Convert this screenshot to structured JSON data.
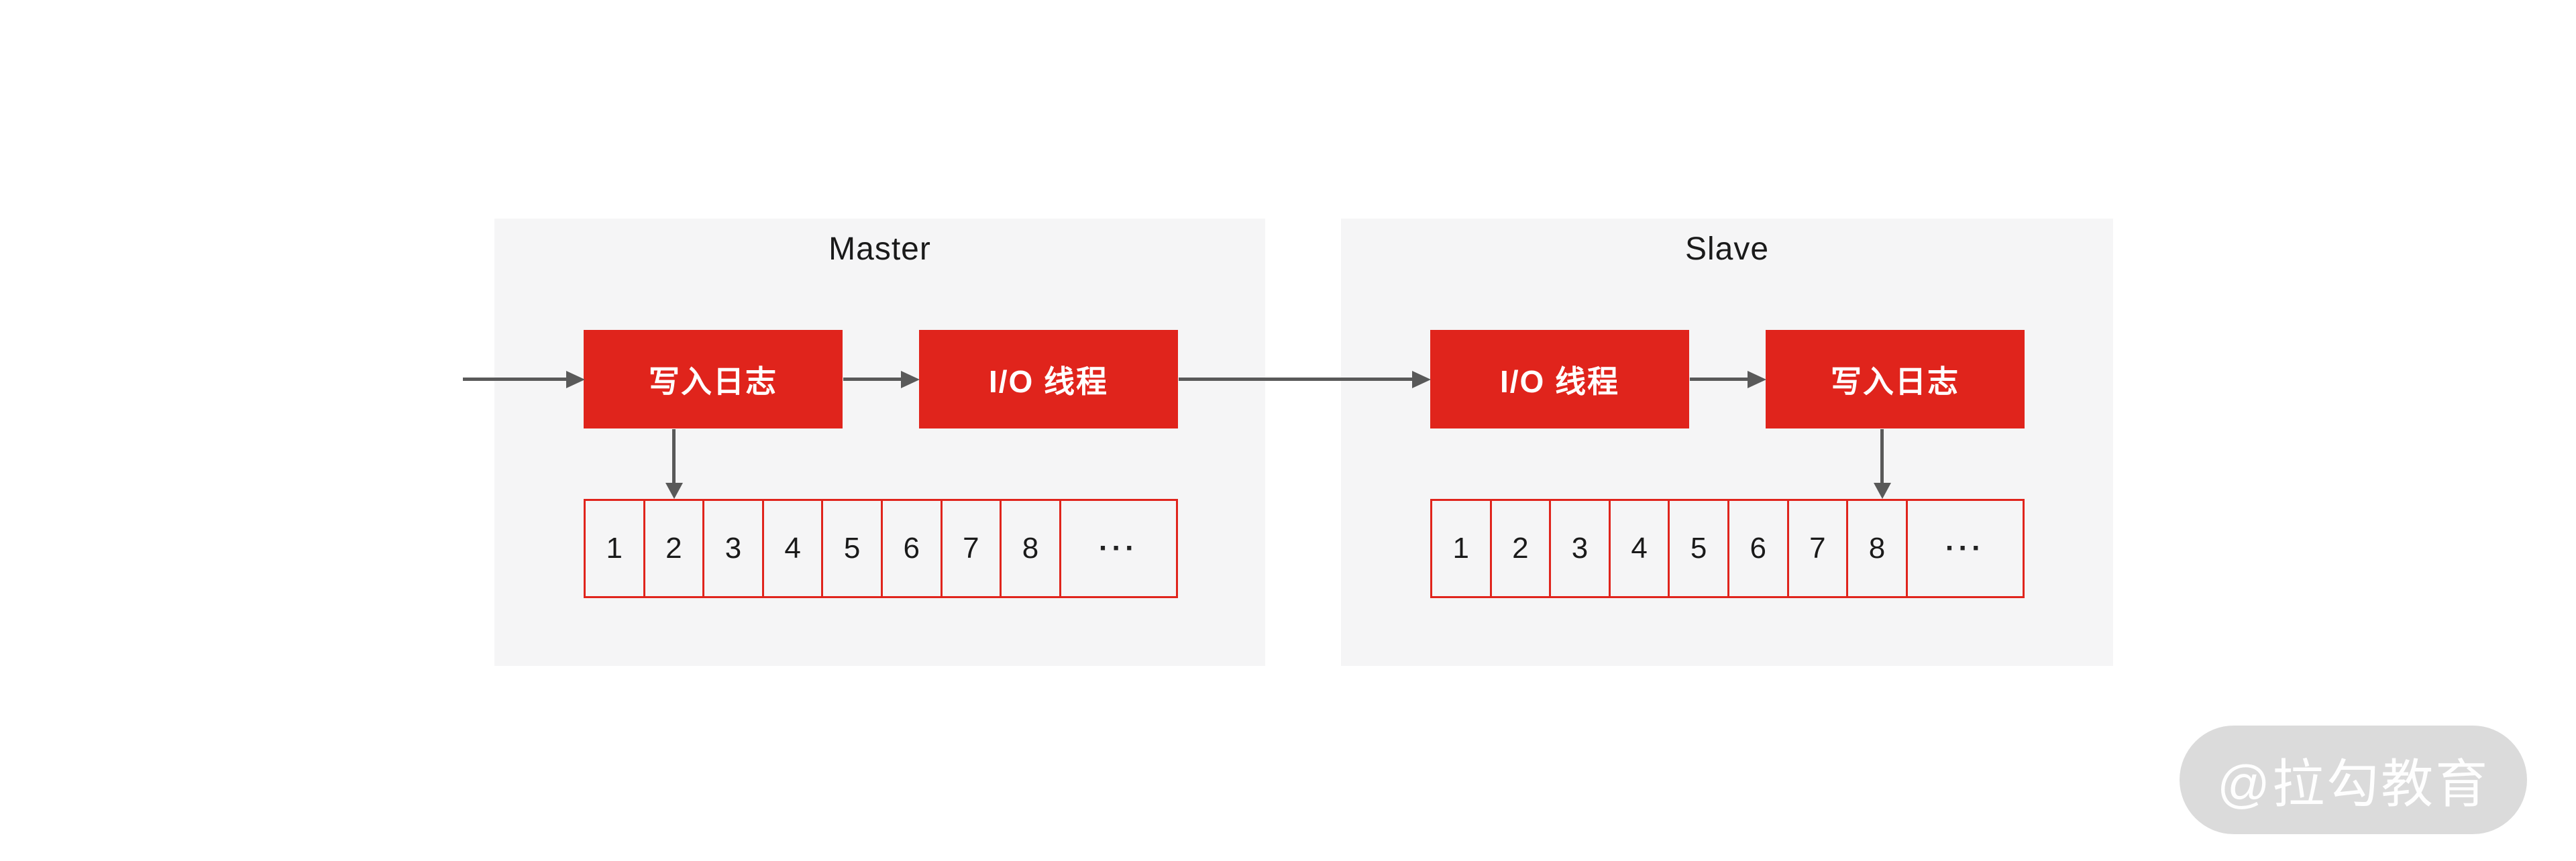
{
  "diagram": {
    "description_colors": {
      "page_background": "#ffffff",
      "panel_background": "#f5f5f6",
      "node_red": "#e0241c",
      "buffer_border_red": "#e0241c",
      "arrow_gray": "#595959",
      "title_text": "#1a1a1a",
      "node_text": "#ffffff",
      "watermark_background": "#dbdbdb",
      "watermark_text": "#fefefe"
    },
    "panels": [
      {
        "title": "Master",
        "boxes": [
          {
            "label": "写入日志"
          },
          {
            "label": "I/O 线程"
          }
        ],
        "buffer": {
          "cells": [
            "1",
            "2",
            "3",
            "4",
            "5",
            "6",
            "7",
            "8"
          ],
          "ellipsis": "···",
          "arrow_points_at_cell": "2"
        }
      },
      {
        "title": "Slave",
        "boxes": [
          {
            "label": "I/O 线程"
          },
          {
            "label": "写入日志"
          }
        ],
        "buffer": {
          "cells": [
            "1",
            "2",
            "3",
            "4",
            "5",
            "6",
            "7",
            "8"
          ],
          "ellipsis": "···",
          "arrow_points_at_cell": "8"
        }
      }
    ],
    "watermark": {
      "label": "@拉勾教育"
    }
  }
}
